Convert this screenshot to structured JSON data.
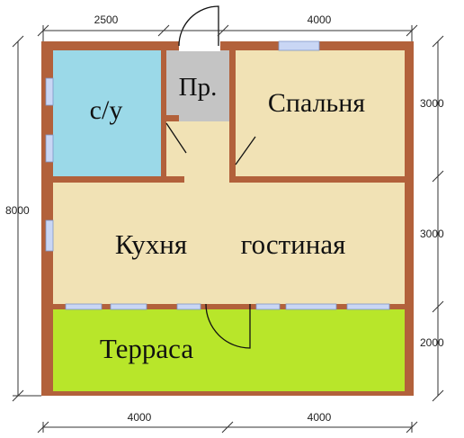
{
  "plan": {
    "rooms": {
      "bathroom": {
        "label": "с/у",
        "color": "#9bd9e8"
      },
      "pantry": {
        "label": "Пр.",
        "color": "#c4c4c4"
      },
      "bedroom": {
        "label": "Спальня",
        "color": "#f1e2b5"
      },
      "kitchen": {
        "label_left": "Кухня",
        "label_right": "гостиная",
        "color": "#f1e2b5"
      },
      "terrace": {
        "label": "Терраса",
        "color": "#b8e62a"
      }
    },
    "colors": {
      "walls": "#b2613b",
      "windows": "#c9d6f4",
      "hall": "#f1e2b5"
    }
  },
  "dimensions": {
    "top_left": "2500",
    "top_right": "4000",
    "left_total": "8000",
    "right_upper": "3000",
    "right_middle": "3000",
    "right_lower": "2000",
    "bottom_left": "4000",
    "bottom_right": "4000"
  }
}
